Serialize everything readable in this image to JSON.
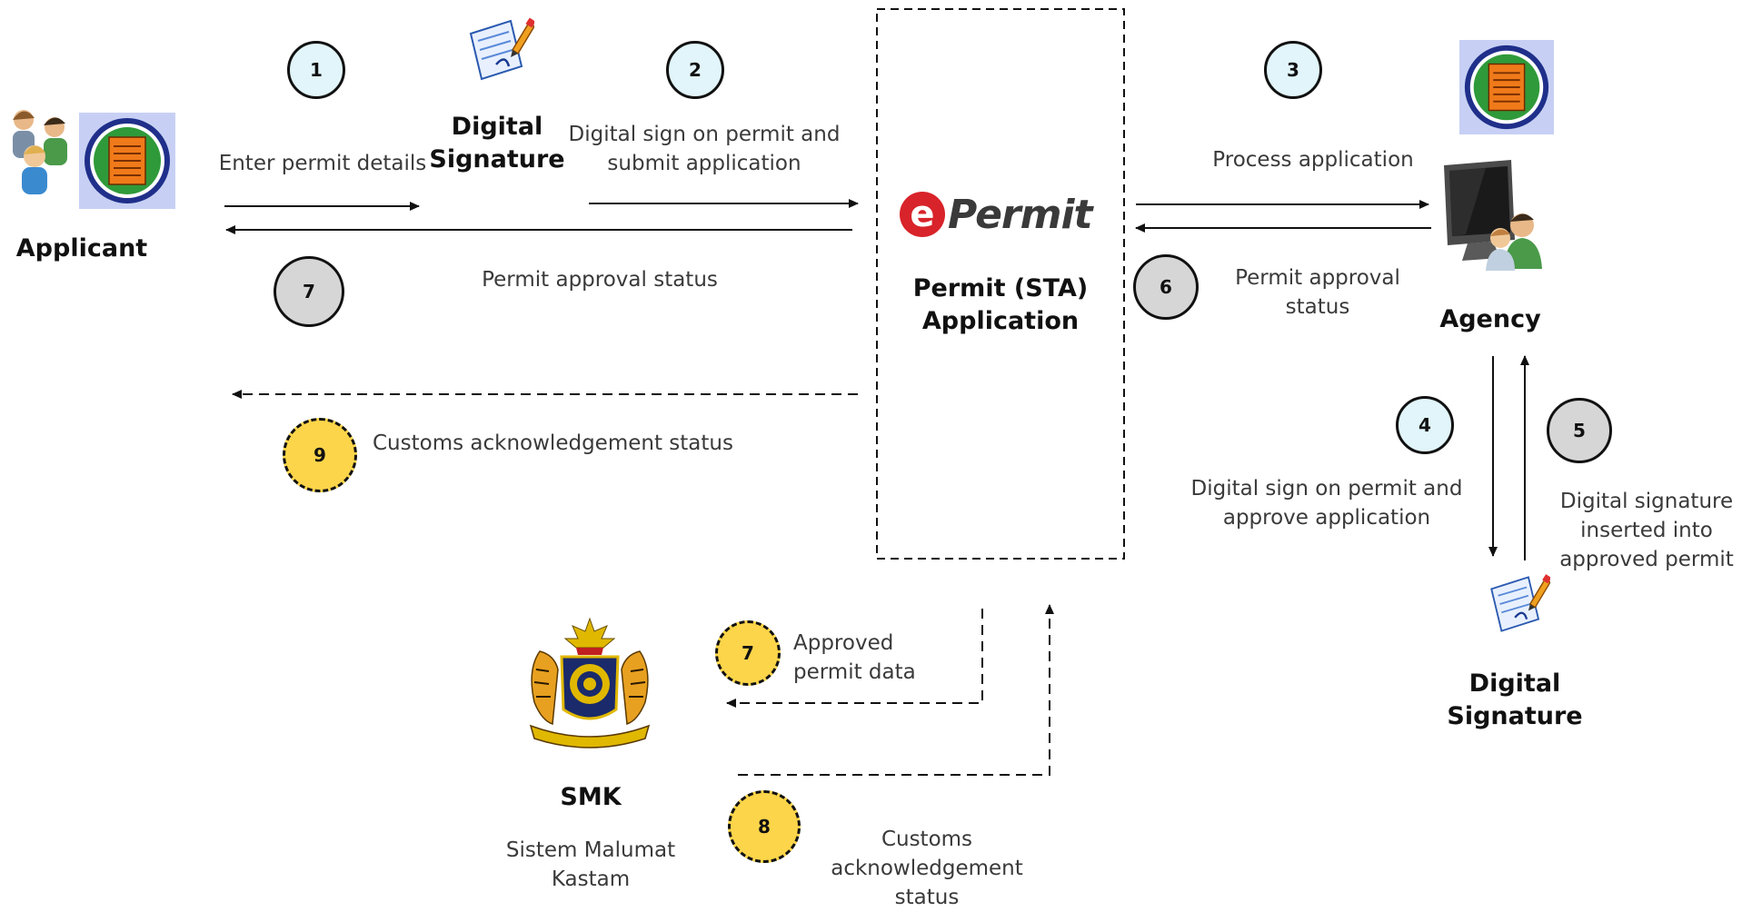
{
  "applicant": {
    "label": "Applicant"
  },
  "digital_signature_top": {
    "line1": "Digital",
    "line2": "Signature"
  },
  "digital_signature_bottom": {
    "line1": "Digital",
    "line2": "Signature"
  },
  "epermit": {
    "logo_e": "e",
    "logo_word": "Permit",
    "line1": "Permit (STA)",
    "line2": "Application"
  },
  "agency": {
    "label": "Agency"
  },
  "smk": {
    "label": "SMK",
    "desc_line1": "Sistem Malumat",
    "desc_line2": "Kastam"
  },
  "steps": [
    {
      "num": "1",
      "text_line1": "Enter permit details",
      "text_line2": ""
    },
    {
      "num": "2",
      "text_line1": "Digital sign on permit and",
      "text_line2": "submit application"
    },
    {
      "num": "3",
      "text_line1": "Process application",
      "text_line2": ""
    },
    {
      "num": "4",
      "text_line1": "Digital sign on permit and",
      "text_line2": "approve application"
    },
    {
      "num": "5",
      "text_line1": "Digital signature",
      "text_line2": "inserted into",
      "text_line3": "approved permit"
    },
    {
      "num": "6",
      "text_line1": "Permit approval",
      "text_line2": "status"
    },
    {
      "num": "7",
      "text_line1": "Permit approval status",
      "text_line2": ""
    },
    {
      "num": "7",
      "text_line1": "Approved",
      "text_line2": "permit data"
    },
    {
      "num": "8",
      "text_line1": "Customs",
      "text_line2": "acknowledgement",
      "text_line3": "status"
    },
    {
      "num": "9",
      "text_line1": "Customs acknowledgement  status",
      "text_line2": ""
    }
  ],
  "colors": {
    "step_blue": "#e1f5fa",
    "step_grey": "#d6d6d6",
    "step_yellow": "#fcd54a",
    "epermit_red": "#d8232a"
  },
  "icons": {
    "applicant": "people-group-icon",
    "document": "document-icon",
    "signature": "signature-pen-icon",
    "agency": "computer-user-icon",
    "smk": "customs-crest-icon"
  }
}
